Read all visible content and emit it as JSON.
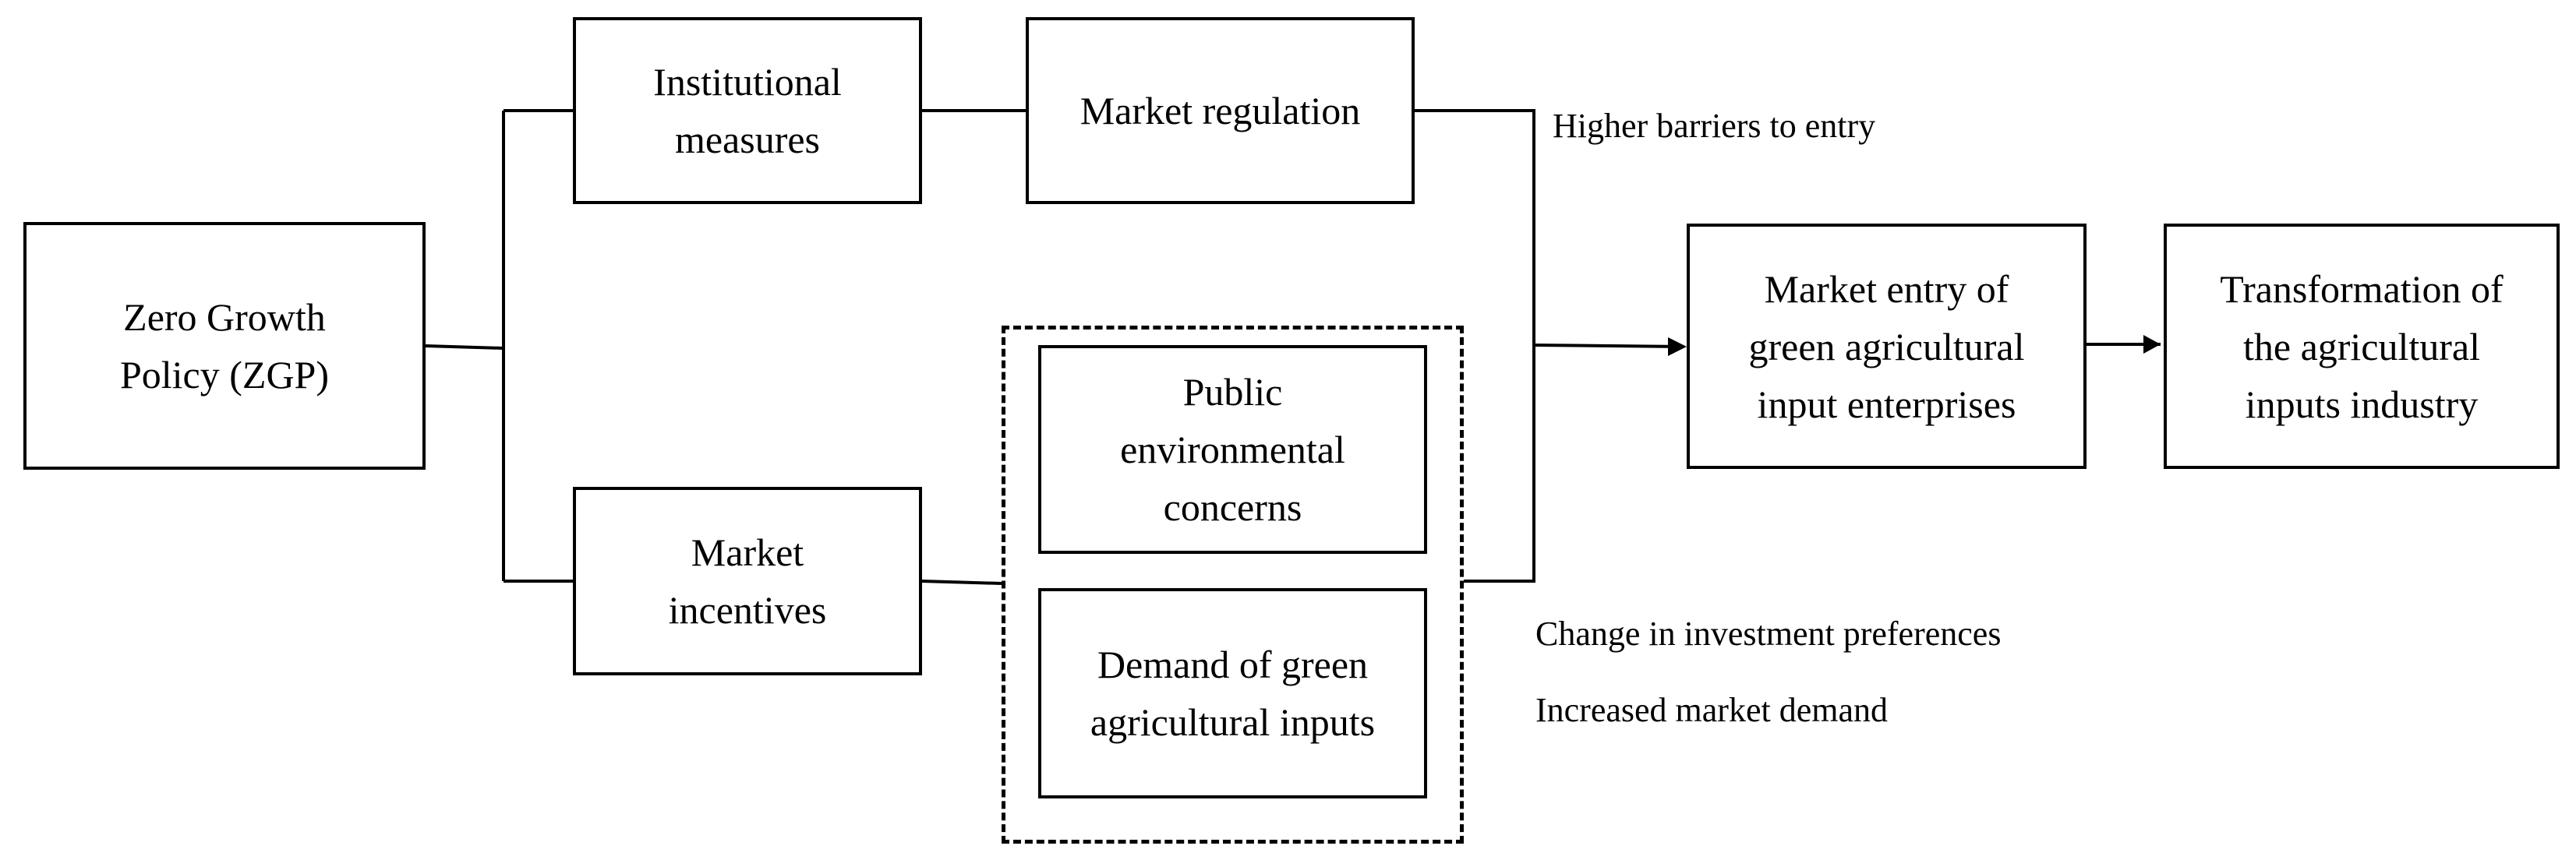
{
  "diagram": {
    "nodes": {
      "zgp": "Zero Growth\nPolicy (ZGP)",
      "institutional": "Institutional\nmeasures",
      "market_regulation": "Market regulation",
      "market_incentives": "Market\nincentives",
      "public_concerns": "Public\nenvironmental\nconcerns",
      "green_demand": "Demand of green\nagricultural inputs",
      "market_entry": "Market entry of\ngreen agricultural\ninput enterprises",
      "transformation": "Transformation of\nthe agricultural\ninputs industry"
    },
    "edge_labels": {
      "barriers": "Higher barriers to entry",
      "investment": "Change in investment preferences",
      "demand": "Increased market demand"
    }
  },
  "colors": {
    "stroke": "#000000",
    "background": "#ffffff"
  }
}
